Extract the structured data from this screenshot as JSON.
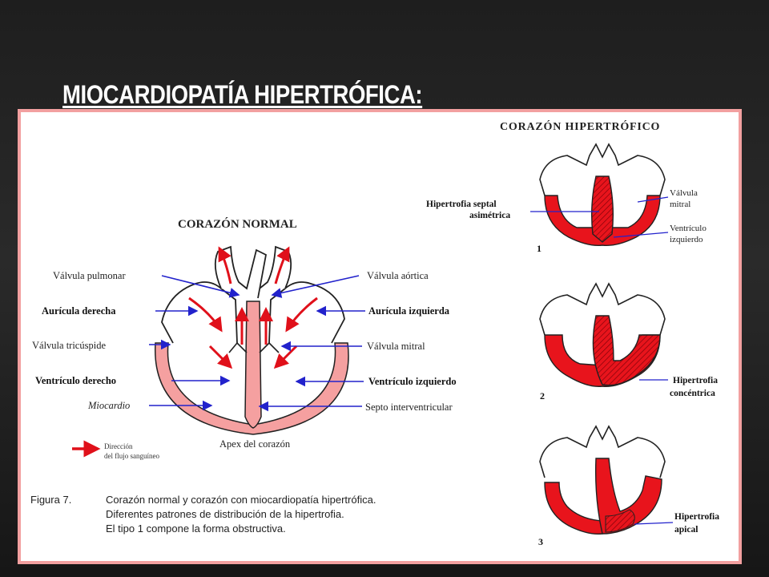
{
  "slide": {
    "title": "MIOCARDIOPATÍA HIPERTRÓFICA:"
  },
  "normal_heart": {
    "heading": "CORAZÓN NORMAL",
    "left_labels": [
      "Válvula pulmonar",
      "Aurícula derecha",
      "Válvula tricúspide",
      "Ventrículo derecho",
      "Miocardio"
    ],
    "right_labels": [
      "Válvula aórtica",
      "Aurícula izquierda",
      "Válvula mitral",
      "Ventrículo izquierdo",
      "Septo interventricular"
    ],
    "apex_label": "Apex del corazón",
    "legend": {
      "line1": "Dirección",
      "line2": "del flujo sanguíneo"
    }
  },
  "hypertrophic_heart": {
    "heading": "CORAZÓN HIPERTRÓFICO",
    "type1": {
      "number": "1",
      "left_label_line1": "Hipertrofia septal",
      "left_label_line2": "asimétrica",
      "right_label1_line1": "Válvula",
      "right_label1_line2": "mitral",
      "right_label2_line1": "Ventrículo",
      "right_label2_line2": "izquierdo"
    },
    "type2": {
      "number": "2",
      "label_line1": "Hipertrofia",
      "label_line2": "concéntrica"
    },
    "type3": {
      "number": "3",
      "label_line1": "Hipertrofia",
      "label_line2": "apical"
    }
  },
  "caption": {
    "figure_label": "Figura 7.",
    "line1": "Corazón normal y corazón con miocardiopatía hipertrófica.",
    "line2": "Diferentes patrones de distribución de la hipertrofia.",
    "line3": "El tipo 1 compone la forma obstructiva."
  },
  "colors": {
    "myocardium_normal": "#f5a0a0",
    "myocardium_hypertrophic": "#e8141c",
    "arrow_blue": "#2222cc",
    "flow_red": "#e0101a",
    "panel_border": "#f2a0a0"
  }
}
